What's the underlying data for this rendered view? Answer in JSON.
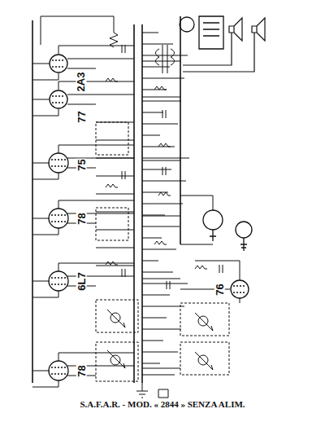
{
  "diagram": {
    "caption": "S.A.F.A.R. - MOD. « 2844 » SENZA ALIM.",
    "labels": [
      "2A3",
      "77",
      "75",
      "78",
      "6L7",
      "78",
      "76"
    ]
  }
}
